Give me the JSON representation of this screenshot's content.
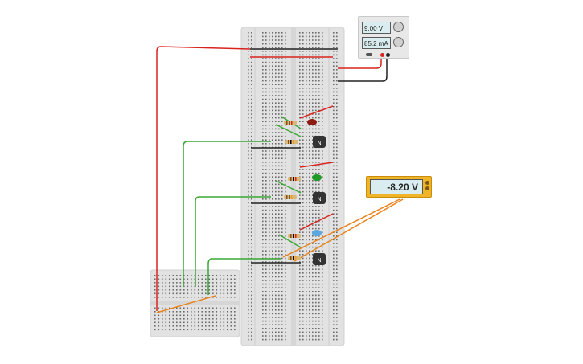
{
  "power_supply": {
    "voltage_reading": "9.00 V",
    "current_reading": "85.2 mA"
  },
  "multimeter": {
    "reading": "-8.20 V"
  },
  "colors": {
    "wire_red": "#d9231d",
    "wire_black": "#222222",
    "wire_green": "#3aa832",
    "wire_orange": "#e8821b",
    "led_red": "#8e1a14",
    "led_green": "#1f9a25",
    "led_blue": "#5ba8e0",
    "multimeter_body": "#f0b429",
    "breadboard": "#e2e2e2"
  },
  "components": {
    "leds": [
      "red-led",
      "green-led",
      "blue-led"
    ],
    "transistors": [
      "N",
      "N",
      "N"
    ]
  }
}
